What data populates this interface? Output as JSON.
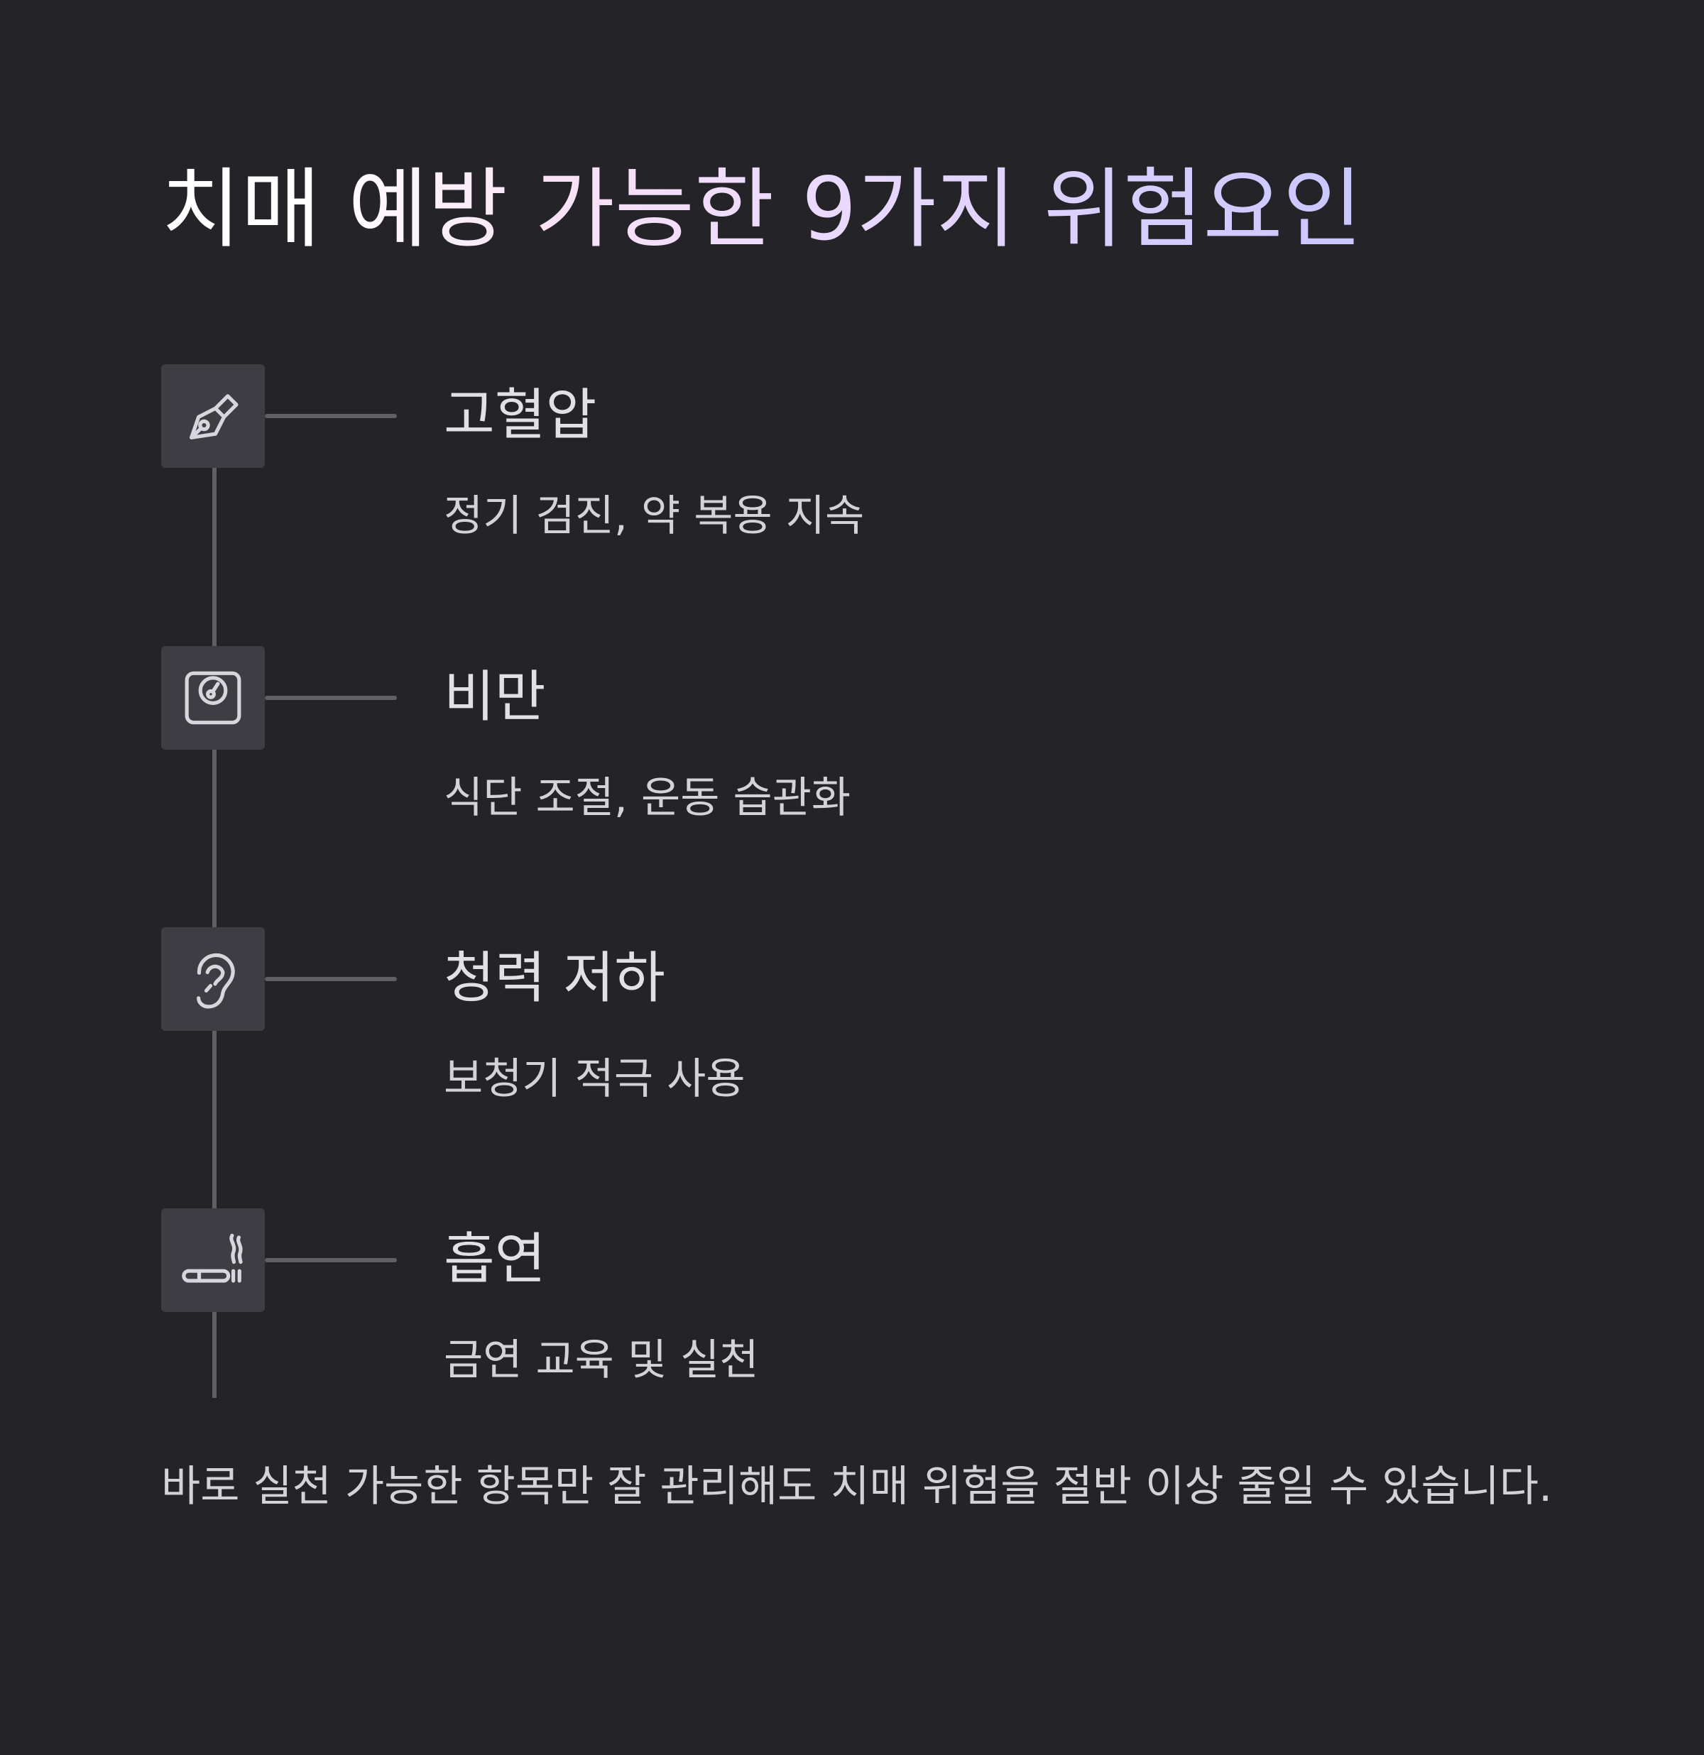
{
  "title": "치매 예방 가능한 9가지 위험요인",
  "items": [
    {
      "icon": "fountain-pen-icon",
      "title": "고혈압",
      "desc": "정기 검진, 약 복용 지속"
    },
    {
      "icon": "weight-scale-icon",
      "title": "비만",
      "desc": "식단 조절, 운동 습관화"
    },
    {
      "icon": "ear-icon",
      "title": "청력 저하",
      "desc": "보청기 적극 사용"
    },
    {
      "icon": "cigarette-icon",
      "title": "흡연",
      "desc": "금연 교육 및 실천"
    }
  ],
  "footer": "바로 실천 가능한 항목만 잘 관리해도 치매 위험을 절반 이상 줄일 수 있습니다.",
  "colors": {
    "background": "#232328",
    "icon_box": "#3d3d43",
    "line": "#5f5f65",
    "text": "#d2d2d8",
    "title_gradient": [
      "#ffffff",
      "#f8e2f6",
      "#e9d8ff",
      "#c9c6ff"
    ]
  }
}
